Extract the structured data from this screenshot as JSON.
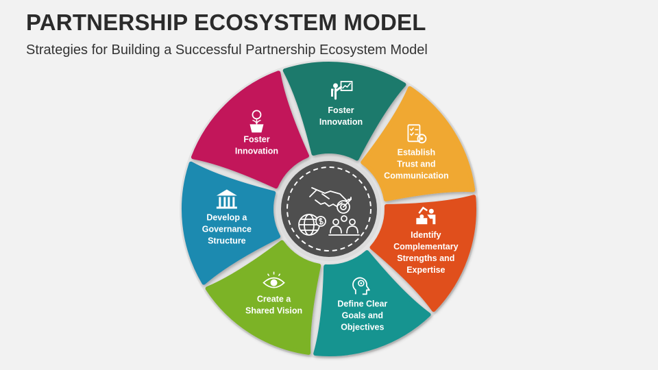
{
  "header": {
    "title": "PARTNERSHIP ECOSYSTEM MODEL",
    "subtitle": "Strategies for Building a Successful Partnership Ecosystem Model"
  },
  "center": {
    "icons": [
      "handshake-icon",
      "target-icon",
      "globe-dollar-icon",
      "team-meeting-icon"
    ],
    "color": "#4f4f4f"
  },
  "segments": [
    {
      "lines": [
        "Foster",
        "Innovation"
      ],
      "color": "#1e7a6c",
      "icon": "presenter-chart-icon"
    },
    {
      "lines": [
        "Establish",
        "Trust and",
        "Communication"
      ],
      "color": "#f0a830",
      "icon": "checklist-icon"
    },
    {
      "lines": [
        "Identify",
        "Complementary",
        "Strengths and",
        "Expertise"
      ],
      "color": "#e0501e",
      "icon": "puzzle-people-icon"
    },
    {
      "lines": [
        "Define Clear",
        "Goals and",
        "Objectives"
      ],
      "color": "#179490",
      "icon": "head-gears-icon"
    },
    {
      "lines": [
        "Create a",
        "Shared Vision"
      ],
      "color": "#7cb327",
      "icon": "eye-icon"
    },
    {
      "lines": [
        "Develop a",
        "Governance",
        "Structure"
      ],
      "color": "#1b8ab0",
      "icon": "institution-icon"
    },
    {
      "lines": [
        "Foster",
        "Innovation"
      ],
      "color": "#c2135a",
      "icon": "lightbulb-plant-icon"
    }
  ]
}
